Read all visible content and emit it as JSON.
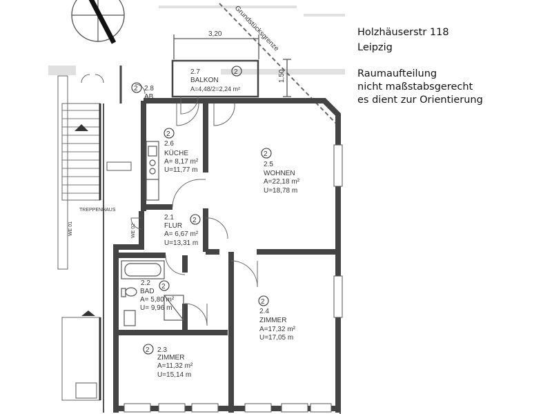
{
  "caption": {
    "line1": "Holzhäuserstr 118",
    "line2": "Leipzig",
    "line3": "Raumaufteilung",
    "line4": "nicht maßstabsgerecht",
    "line5": "es dient zur Orientierung"
  },
  "dimensions": {
    "width_label": "3,20",
    "depth_label": "1,50"
  },
  "boundary_label": "Grundstücksgrenze",
  "stairwell": {
    "label": "TREPPENHAUS",
    "unit_left": "WE 01",
    "unit_right": "WE 02"
  },
  "rooms": {
    "balkon": {
      "num": "2.7",
      "name": "BALKON",
      "area": "A=4,48/2=2,24 m²",
      "floor": "2"
    },
    "ab": {
      "num": "2.8",
      "name": "AB",
      "floor": "2"
    },
    "kueche": {
      "num": "2.6",
      "name": "KÜCHE",
      "area": "A=  8,17 m²",
      "perim": "U=11,77 m",
      "floor": "2"
    },
    "wohnen": {
      "num": "2.5",
      "name": "WOHNEN",
      "area": "A=22,18 m²",
      "perim": "U=18,78 m",
      "floor": "2"
    },
    "flur": {
      "num": "2.1",
      "name": "FLUR",
      "area": "A=  6,67 m²",
      "perim": "U=13,31 m",
      "floor": "2"
    },
    "bad": {
      "num": "2.2",
      "name": "BAD",
      "area": "A= 5,80 m²",
      "perim": "U= 9,96 m",
      "floor": "2"
    },
    "zimmer4": {
      "num": "2.4",
      "name": "ZIMMER",
      "area": "A=17,32 m²",
      "perim": "U=17,05 m",
      "floor": "2"
    },
    "zimmer3": {
      "num": "2.3",
      "name": "ZIMMER",
      "area": "A=11,32 m²",
      "perim": "U=15,14 m",
      "floor": "2"
    }
  }
}
